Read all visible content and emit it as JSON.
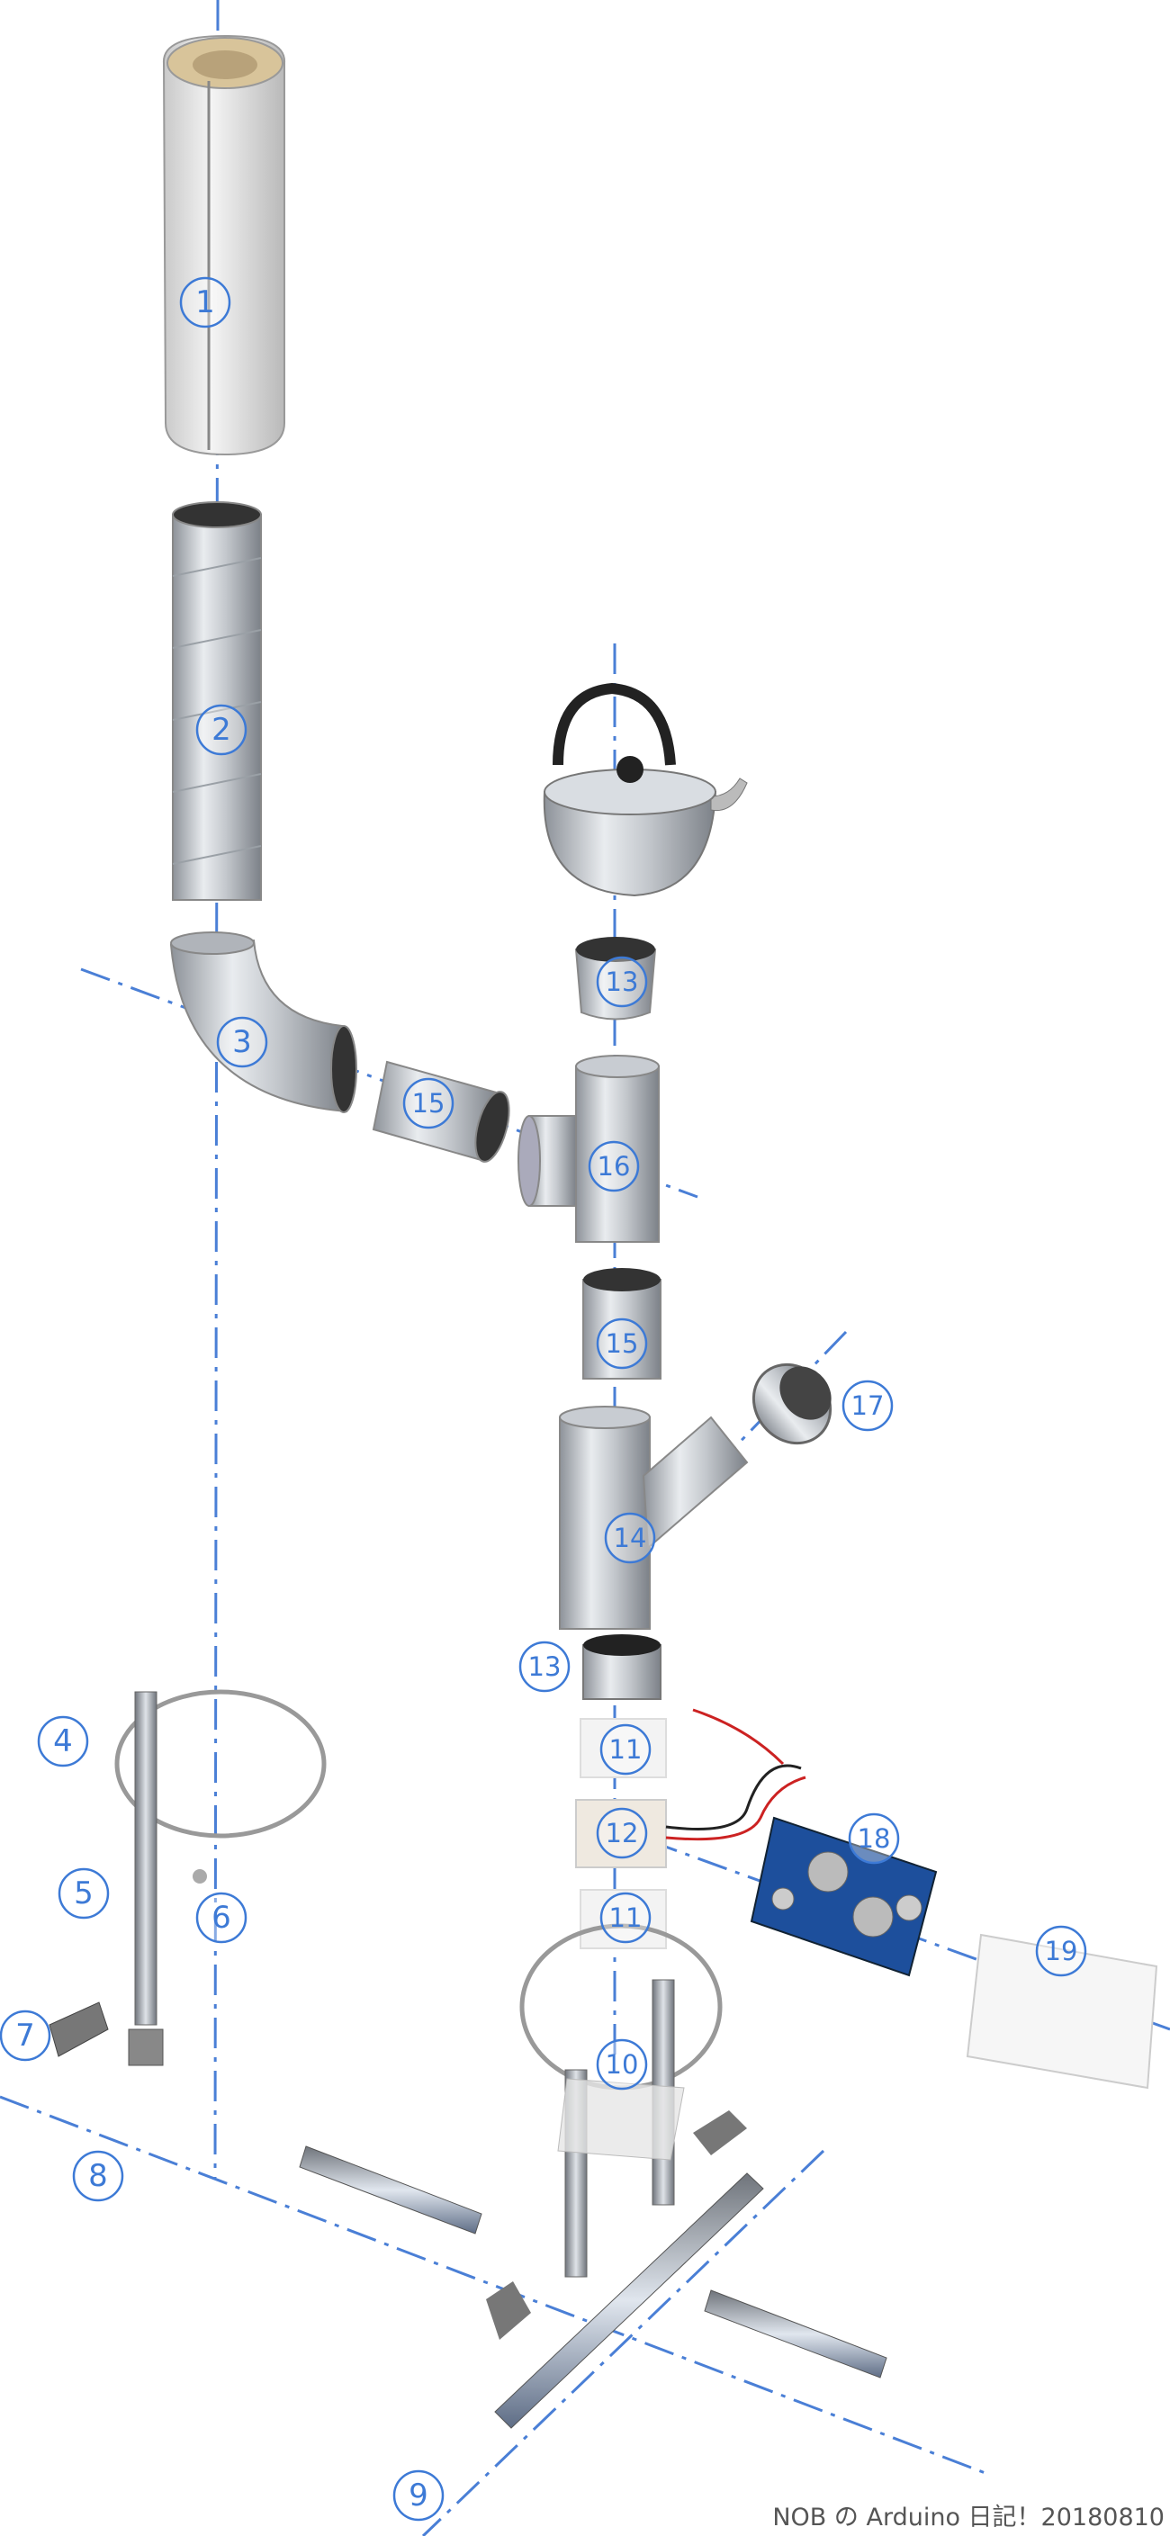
{
  "diagram": {
    "labels": {
      "p1": "1",
      "p2": "2",
      "p3": "3",
      "p4": "4",
      "p5": "5",
      "p6": "6",
      "p7": "7",
      "p8": "8",
      "p9": "9",
      "p10": "10",
      "p11a": "11",
      "p11b": "11",
      "p12": "12",
      "p13a": "13",
      "p13b": "13",
      "p14": "14",
      "p15a": "15",
      "p15b": "15",
      "p16": "16",
      "p17": "17",
      "p18": "18",
      "p19": "19"
    },
    "colors": {
      "axis": "#4a7fd6",
      "label": "#3d7ad6"
    }
  },
  "footer": {
    "credit": "NOB の Arduino 日記！20180810"
  }
}
